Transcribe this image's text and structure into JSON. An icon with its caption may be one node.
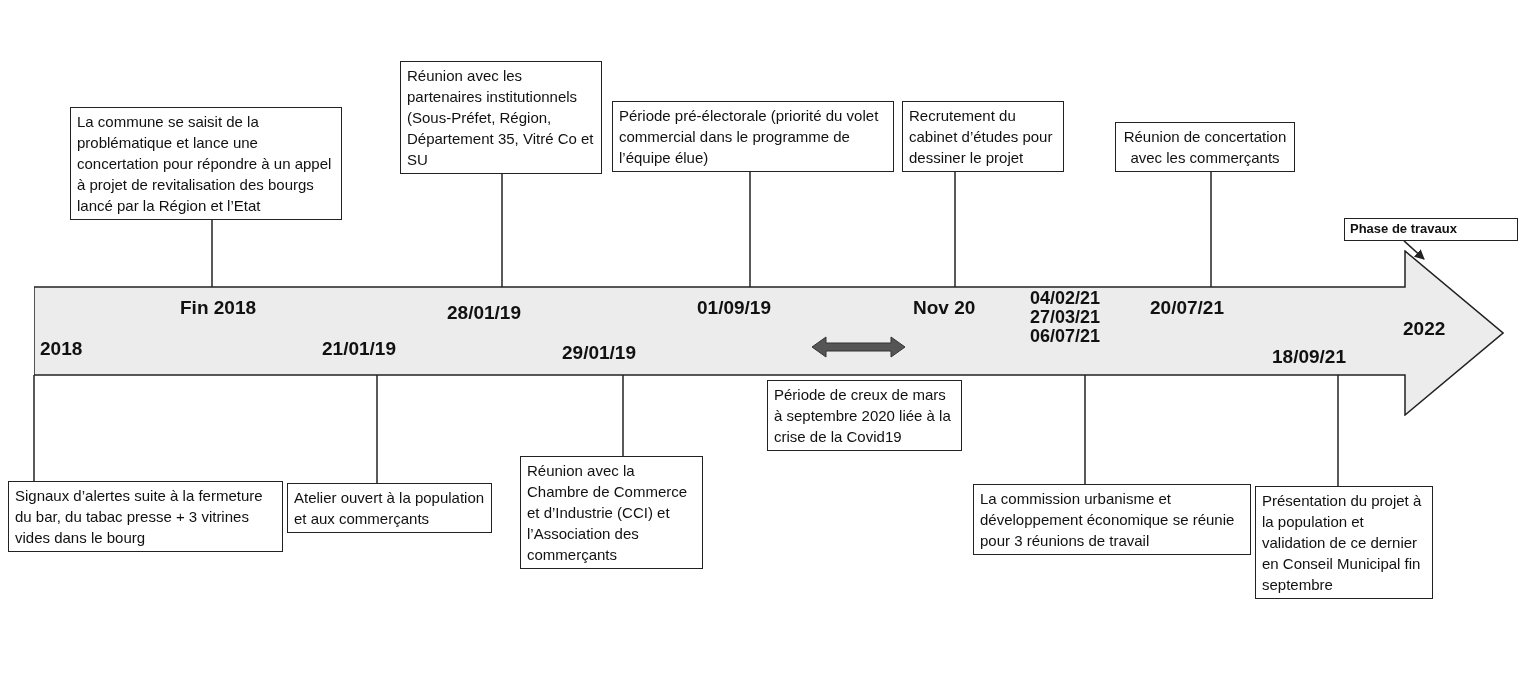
{
  "diagram": {
    "nodes": [
      {
        "text": [
          "2018",
          "Fin 2018",
          "21/01/19",
          "28/01/19",
          "29/01/19",
          "01/09/19",
          "Nov 20",
          "04/02/21 27/03/21 06/07/21",
          "20/07/21",
          "18/09/21",
          "2022"
        ]
      },
      {
        "text": [
          "La commune se saisit de la problématique et lance une concertation pour répondre à un appel à projet de revitalisation des bourgs lancé par la Région et l’Etat"
        ]
      },
      {
        "text": [
          "Réunion avec les partenaires institutionnels (Sous-Préfet, Région, Département 35, Vitré Co et SU"
        ]
      },
      {
        "text": [
          "Période pré-électorale (priorité du volet commercial dans le programme de l’équipe élue)"
        ]
      },
      {
        "text": [
          "Recrutement du cabinet d’études pour dessiner le projet"
        ]
      },
      {
        "text": [
          "Réunion de concertation avec les commerçants"
        ]
      },
      {
        "text": [
          "Phase de travaux"
        ]
      },
      {
        "text": [
          "Signaux d’alertes suite à la fermeture du bar, du tabac presse + 3 vitrines vides dans le bourg"
        ]
      },
      {
        "text": [
          "Atelier ouvert à la population et aux commerçants"
        ]
      },
      {
        "text": [
          "Réunion avec la Chambre de Commerce et d’Industrie (CCI) et l’Association des commerçants"
        ]
      },
      {
        "text": [
          "Période de creux de mars à septembre 2020 liée à la crise de la Covid19"
        ]
      },
      {
        "text": [
          "La commission urbanisme et développement économique se réunie pour 3 réunions de travail"
        ]
      },
      {
        "text": [
          "Présentation du projet à la population et validation de ce dernier en Conseil Municipal fin septembre"
        ]
      }
    ],
    "edges": [
      {
        "from": 1,
        "to": 0,
        "arrow": "none"
      },
      {
        "from": 2,
        "to": 0,
        "arrow": "none"
      },
      {
        "from": 3,
        "to": 0,
        "arrow": "none"
      },
      {
        "from": 4,
        "to": 0,
        "arrow": "none"
      },
      {
        "from": 5,
        "to": 0,
        "arrow": "none"
      },
      {
        "from": 6,
        "to": 0,
        "arrow": "to"
      },
      {
        "from": 7,
        "to": 0,
        "arrow": "none"
      },
      {
        "from": 8,
        "to": 0,
        "arrow": "none"
      },
      {
        "from": 9,
        "to": 0,
        "arrow": "none"
      },
      {
        "from": 11,
        "to": 0,
        "arrow": "none"
      },
      {
        "from": 12,
        "to": 0,
        "arrow": "none"
      }
    ]
  }
}
